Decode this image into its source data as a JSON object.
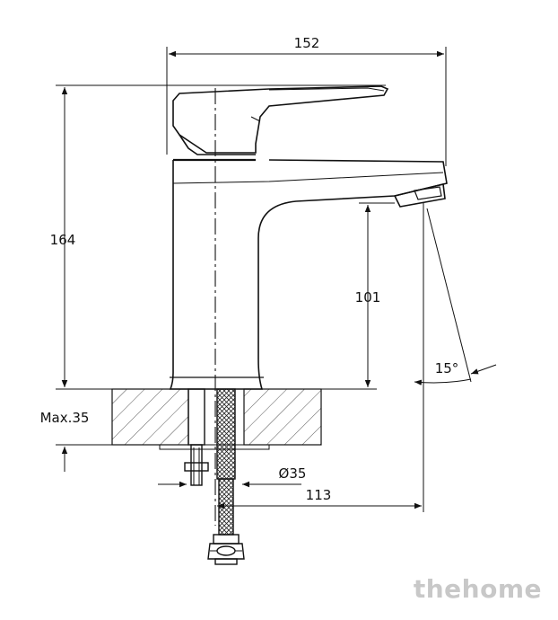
{
  "dimensions": {
    "width_total": "152",
    "height_total": "164",
    "spout_height": "101",
    "max_counter_thickness": "Max.35",
    "hole_diameter": "Ø35",
    "reach": "113",
    "spout_angle": "15°"
  },
  "watermark": "thehome",
  "colors": {
    "line": "#111111",
    "hatch": "#555555",
    "watermark": "#c8c8c8"
  }
}
